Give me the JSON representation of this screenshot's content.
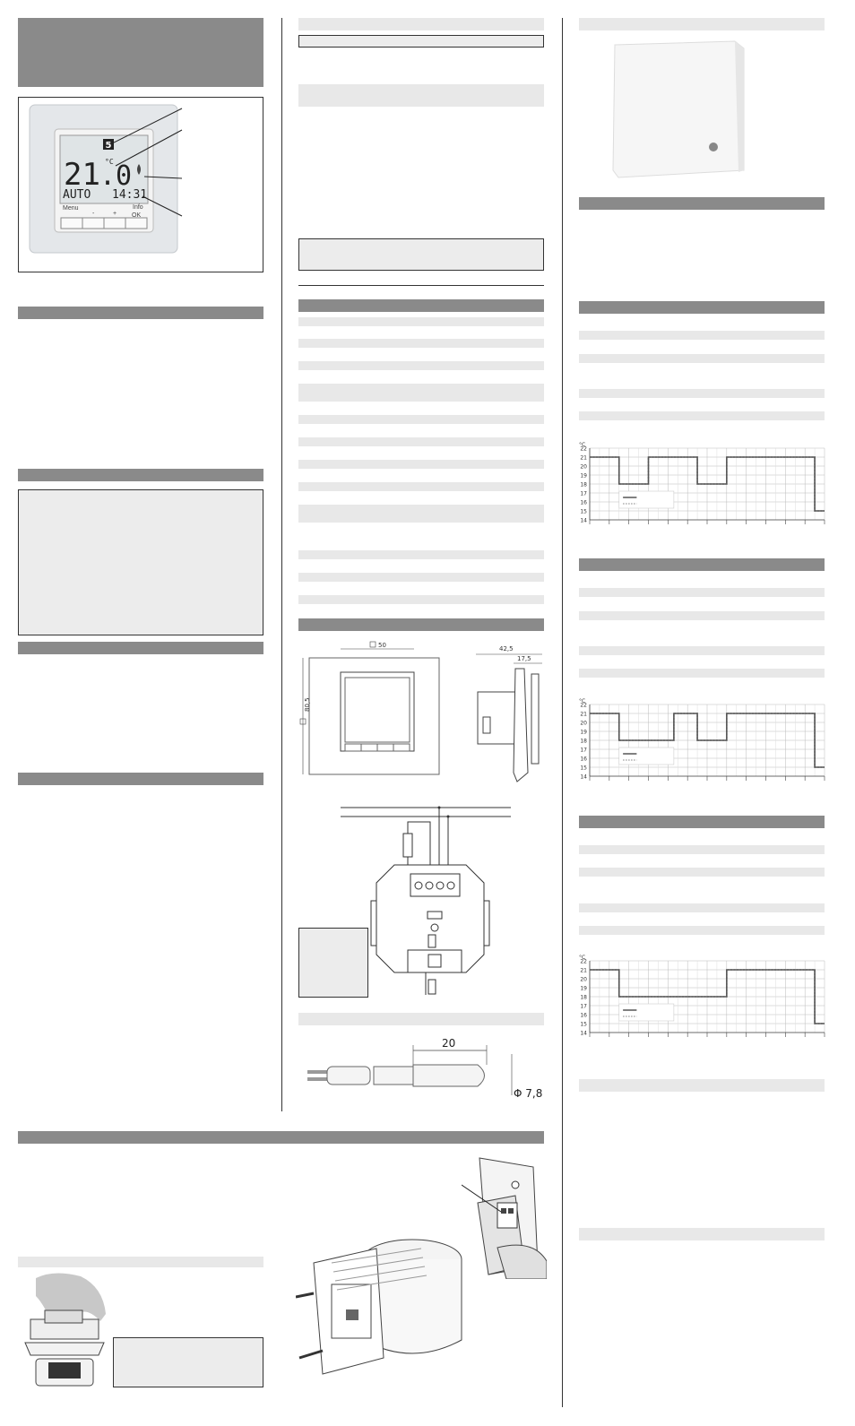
{
  "device": {
    "mode_number": "5",
    "temperature": "21.0",
    "temperature_int": "21",
    "temperature_dec": ".0",
    "unit": "°C",
    "mode_text": "AUTO",
    "time": "14:31",
    "button_menu": "Menu",
    "button_minus": "-",
    "button_plus": "+",
    "button_info": "Info",
    "button_ok": "OK"
  },
  "dimensions": {
    "front_width": "50",
    "front_height": "80,5",
    "depth_total": "42,5",
    "depth_frame": "17,5",
    "probe_length": "20",
    "probe_diameter": "Φ 7,8"
  },
  "chart_data": [
    {
      "type": "line",
      "ylabel": "°C",
      "y_ticks": [
        14,
        15,
        16,
        17,
        18,
        19,
        20,
        21,
        22
      ],
      "ylim": [
        14,
        22
      ],
      "x": [
        0,
        1.5,
        1.5,
        3,
        3,
        4.3,
        4.3,
        5.5,
        5.5,
        7,
        7,
        9,
        9,
        11.5,
        11.5,
        12
      ],
      "series": [
        {
          "values": [
            21,
            21,
            18,
            18,
            21,
            21,
            21,
            21,
            18,
            18,
            21,
            21,
            21,
            21,
            15,
            15
          ]
        }
      ]
    },
    {
      "type": "line",
      "ylabel": "°C",
      "y_ticks": [
        14,
        15,
        16,
        17,
        18,
        19,
        20,
        21,
        22
      ],
      "ylim": [
        14,
        22
      ],
      "x": [
        0,
        1.5,
        1.5,
        4.3,
        4.3,
        5.5,
        5.5,
        7,
        7,
        11.5,
        11.5,
        12
      ],
      "series": [
        {
          "values": [
            21,
            21,
            18,
            18,
            21,
            21,
            18,
            18,
            21,
            21,
            15,
            15
          ]
        }
      ]
    },
    {
      "type": "line",
      "ylabel": "°C",
      "y_ticks": [
        14,
        15,
        16,
        17,
        18,
        19,
        20,
        21,
        22
      ],
      "ylim": [
        14,
        22
      ],
      "x": [
        0,
        1.5,
        1.5,
        7,
        7,
        11.5,
        11.5,
        12
      ],
      "series": [
        {
          "values": [
            21,
            21,
            18,
            18,
            21,
            21,
            15,
            15
          ]
        }
      ]
    }
  ]
}
